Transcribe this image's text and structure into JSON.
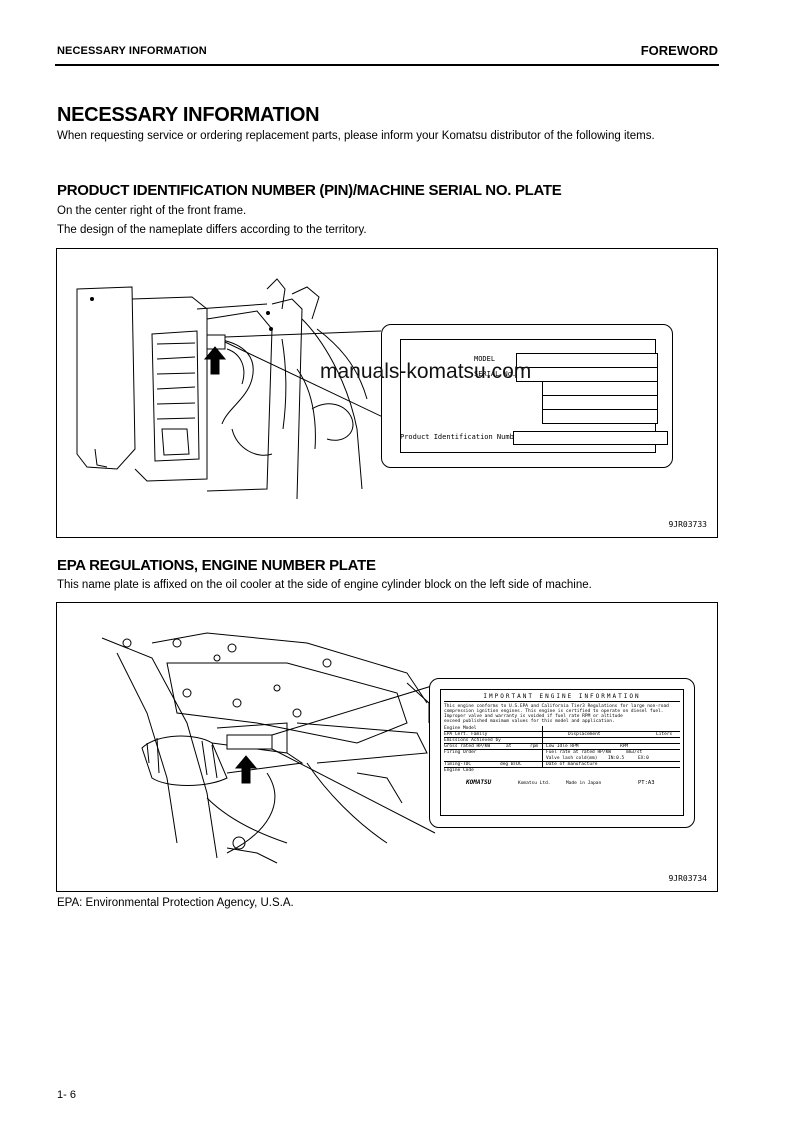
{
  "header": {
    "section_left": "NECESSARY INFORMATION",
    "section_right": "FOREWORD"
  },
  "main": {
    "title": "NECESSARY INFORMATION",
    "intro": "When requesting service or ordering replacement parts, please inform your Komatsu distributor of the following items."
  },
  "pin_section": {
    "heading": "PRODUCT IDENTIFICATION NUMBER (PIN)/MACHINE SERIAL NO. PLATE",
    "line1": "On the center right of the front frame.",
    "line2": "The design of the nameplate differs according to the territory.",
    "figure_id": "9JR03733",
    "plate": {
      "model_label": "MODEL",
      "serial_label": "SERIAL No.",
      "pin_label": "Product Identification Number"
    }
  },
  "epa_section": {
    "heading": "EPA REGULATIONS, ENGINE NUMBER PLATE",
    "line1": "This name plate is affixed on the oil cooler at the side of engine cylinder block on the left side of machine.",
    "figure_id": "9JR03734",
    "plate": {
      "title": "IMPORTANT ENGINE INFORMATION",
      "l1": "This engine conforms to U.S.EPA and California Tier3 Regulations for large non-road",
      "l2": "compression ignition engines. This engine is certified to operate on diesel fuel.",
      "l3": "Improper valve and warranty is voided if fuel rate RPM or altitude",
      "l4": "exceed published maximum values for this model and application.",
      "engine_model": "Engine Model",
      "family": "EPA Cert. Family",
      "displacement": "Displacement",
      "liters": "Liters",
      "emission": "Emissions Achieved by",
      "gross": "Gross rated HP/KW",
      "at": "at",
      "rpm": "rpm",
      "low_idle": "Low Idle RPM",
      "rpm2": "RPM",
      "firing": "Firing Order",
      "fuel_rate": "Fuel rate at rated HP/KW",
      "mm": "mm3/st",
      "timing": "Timing-TDC",
      "deg": "deg BTDC",
      "valve": "Valve lash cold(mm)",
      "in": "IN:0.5",
      "ex": "EX:0",
      "date": "Date of manufacture",
      "code": "Engine Code",
      "brand": "KOMATSU",
      "company": "Komatsu Ltd.",
      "made": "Made in Japan",
      "pt": "PT:A3"
    }
  },
  "footnote": "EPA: Environmental Protection Agency, U.S.A.",
  "watermark": "manuals-komatsu.com",
  "footer": {
    "page": "1- 6"
  }
}
